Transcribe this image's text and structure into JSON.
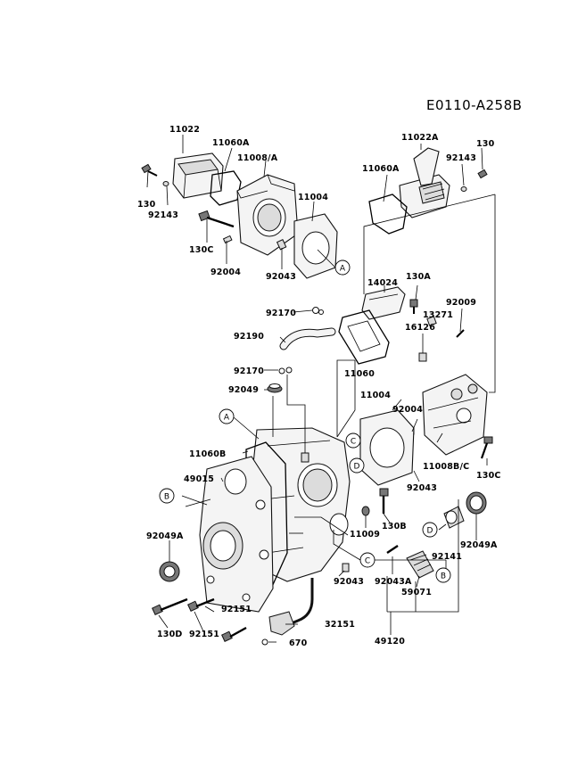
{
  "diagram_code": "E0110-A258B",
  "callouts": [
    "A",
    "A",
    "B",
    "B",
    "C",
    "C",
    "D",
    "D"
  ],
  "labels": [
    "11022",
    "11060A",
    "11008/A",
    "130",
    "92143",
    "11004",
    "130C",
    "92004",
    "92043",
    "11022A",
    "130",
    "92143",
    "11060A",
    "14024",
    "130A",
    "92009",
    "13271",
    "16126",
    "92170",
    "92190",
    "11060",
    "92170",
    "92049",
    "11004",
    "92004",
    "11008B/C",
    "130C",
    "11060B",
    "49015",
    "92049A",
    "92043",
    "130B",
    "11009",
    "92049A",
    "92141",
    "92043A",
    "59071",
    "92043",
    "130D",
    "92151",
    "92151",
    "32151",
    "670",
    "49120"
  ]
}
